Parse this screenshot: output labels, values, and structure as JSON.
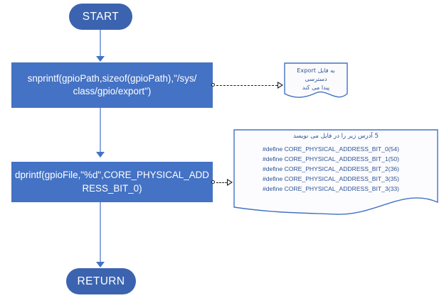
{
  "diagram": {
    "title_visible": false,
    "background_color": "#FFFFFF",
    "colors": {
      "terminator_fill": "#3B63AF",
      "process_fill": "#4472C4",
      "note_border": "#4472C4",
      "note_text": "#2E5496",
      "connector_line": "#8FAADC",
      "dashed_connector": "#1A1A1A"
    },
    "nodes": {
      "start": {
        "label": "START",
        "shape": "terminator"
      },
      "process_snprintf": {
        "label": "snprintf(gpioPath,sizeof(gpioPath),\"/sys/class/gpio/export\")",
        "line1": "snprintf(gpioPath,sizeof(gpioPath),\"/sys/",
        "line2": "class/gpio/export\")",
        "shape": "process"
      },
      "process_dprintf": {
        "label": "dprintf(gpioFile,\"%d\",CORE_PHYSICAL_ADDRESS_BIT_0)",
        "line1": "dprintf(gpioFile,\"%d\",CORE_PHYSICAL_ADD",
        "line2": "RESS_BIT_0)",
        "shape": "process"
      },
      "return": {
        "label": "RETURN",
        "shape": "terminator"
      }
    },
    "notes": {
      "export_note": {
        "shape": "document",
        "line1": "به فایل Export دسترسی",
        "line2": "پیدا می کند"
      },
      "defines_note": {
        "shape": "document",
        "heading": "5 آدرس زیر را در فایل می نویسد",
        "defines": [
          {
            "text": "#define CORE_PHYSICAL_ADDRESS_BIT_0",
            "value": "(54)"
          },
          {
            "text": "#define CORE_PHYSICAL_ADDRESS_BIT_1",
            "value": "(50)"
          },
          {
            "text": "#define CORE_PHYSICAL_ADDRESS_BIT_2",
            "value": "(36)"
          },
          {
            "text": "#define CORE_PHYSICAL_ADDRESS_BIT_3",
            "value": "(35)"
          },
          {
            "text": "#define CORE_PHYSICAL_ADDRESS_BIT_3",
            "value": "(33)"
          }
        ]
      }
    },
    "connectors": [
      {
        "from": "start",
        "to": "process_snprintf",
        "style": "solid-arrow"
      },
      {
        "from": "process_snprintf",
        "to": "process_dprintf",
        "style": "solid-arrow"
      },
      {
        "from": "process_dprintf",
        "to": "return",
        "style": "solid-arrow"
      },
      {
        "from": "process_snprintf",
        "to": "export_note",
        "style": "dashed-arrow"
      },
      {
        "from": "process_dprintf",
        "to": "defines_note",
        "style": "dashed-arrow"
      }
    ]
  }
}
